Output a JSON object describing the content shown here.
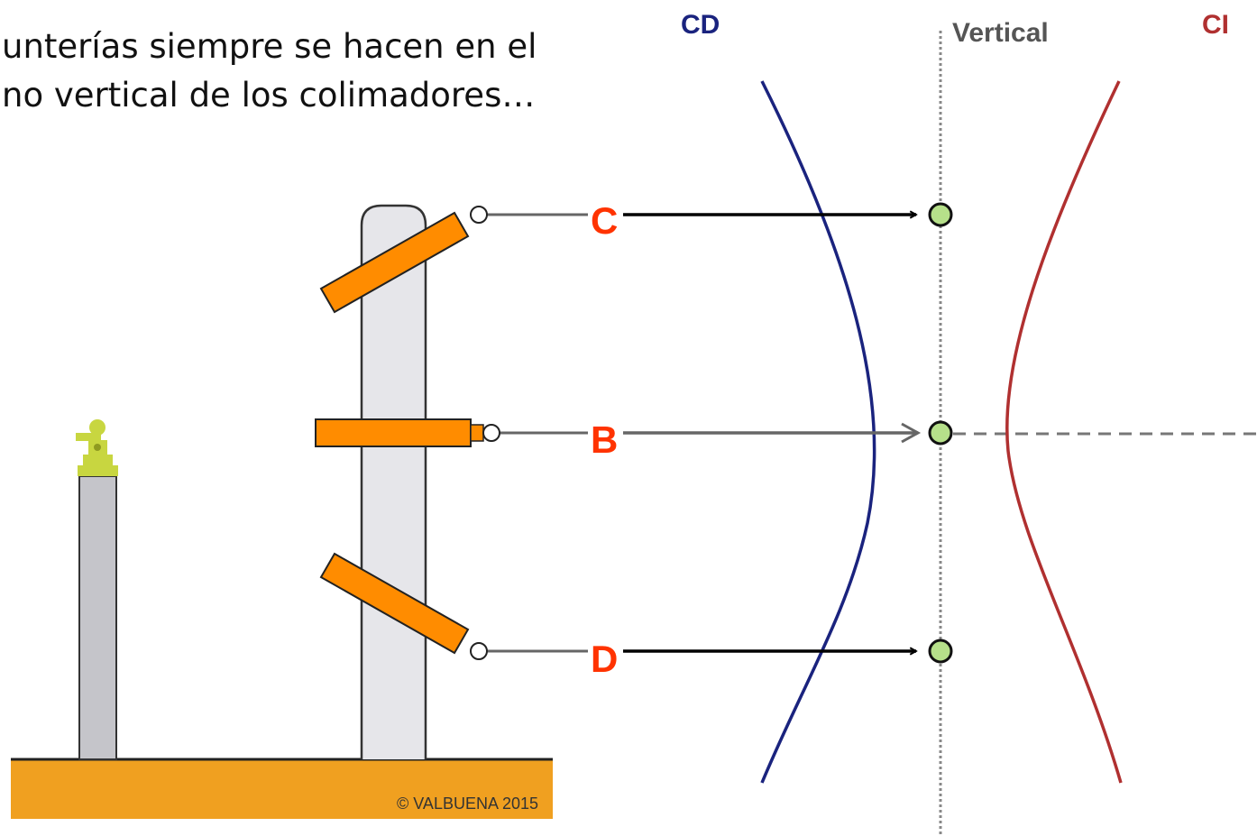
{
  "caption": {
    "line1": "unterías siempre se hacen en el",
    "line2": "no vertical de los colimadores…"
  },
  "headers": {
    "left": "CD",
    "center": "Vertical",
    "right": "CI"
  },
  "points": [
    {
      "label": "C"
    },
    {
      "label": "B"
    },
    {
      "label": "D"
    }
  ],
  "copyright": "© VALBUENA 2015",
  "colors": {
    "ground": "#f0a020",
    "column": "#e6e6ea",
    "telescope": "#ff8c00",
    "cd_curve": "#1a237e",
    "ci_curve": "#b03030",
    "point_fill": "#b6e08a",
    "label_red": "#ff3300",
    "theodolite": "#c8d640"
  }
}
